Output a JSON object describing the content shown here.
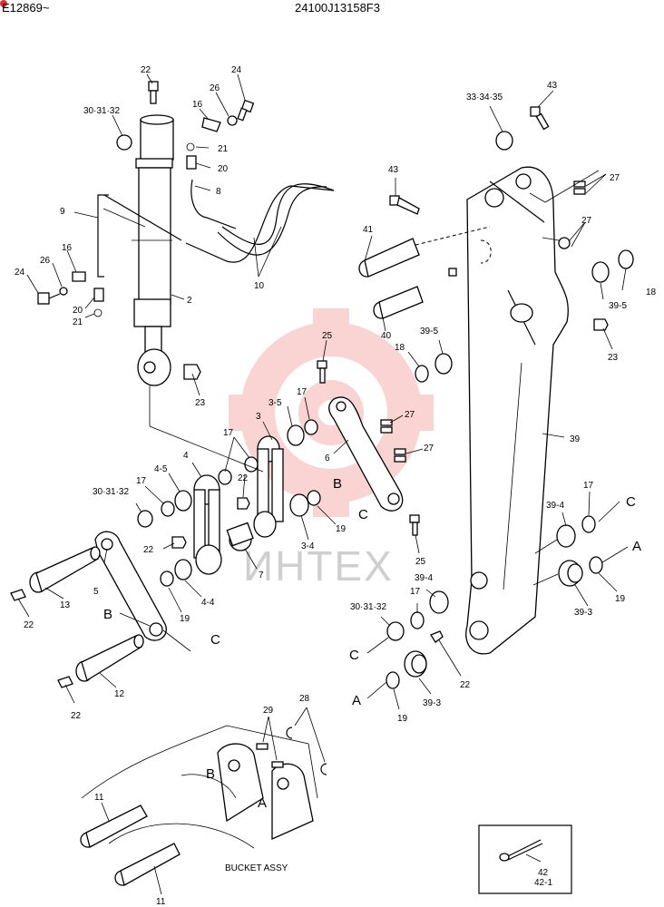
{
  "header": {
    "serial": "E12869~",
    "doc_number": "24100J13158F3"
  },
  "watermark": "ИНТЕХ",
  "colors": {
    "watermark_red": "#f08080",
    "ink": "#000000",
    "badge": "#e03030"
  },
  "labels": [
    {
      "id": "l22a",
      "text": "22"
    },
    {
      "id": "l24a",
      "text": "24"
    },
    {
      "id": "l26a",
      "text": "26"
    },
    {
      "id": "l16a",
      "text": "16"
    },
    {
      "id": "l3032a",
      "text": "30·31·32"
    },
    {
      "id": "l21a",
      "text": "21"
    },
    {
      "id": "l20a",
      "text": "20"
    },
    {
      "id": "l8",
      "text": "8"
    },
    {
      "id": "l9",
      "text": "9"
    },
    {
      "id": "l16b",
      "text": "16"
    },
    {
      "id": "l26b",
      "text": "26"
    },
    {
      "id": "l24b",
      "text": "24"
    },
    {
      "id": "l20b",
      "text": "20"
    },
    {
      "id": "l21b",
      "text": "21"
    },
    {
      "id": "l2",
      "text": "2"
    },
    {
      "id": "l10",
      "text": "10"
    },
    {
      "id": "l23a",
      "text": "23"
    },
    {
      "id": "l25a",
      "text": "25"
    },
    {
      "id": "l17a",
      "text": "17"
    },
    {
      "id": "l35",
      "text": "3-5"
    },
    {
      "id": "l3",
      "text": "3"
    },
    {
      "id": "l17b",
      "text": "17"
    },
    {
      "id": "l22b",
      "text": "22"
    },
    {
      "id": "l4",
      "text": "4"
    },
    {
      "id": "l45",
      "text": "4-5"
    },
    {
      "id": "l17c",
      "text": "17"
    },
    {
      "id": "l3032b",
      "text": "30·31·32"
    },
    {
      "id": "l22c",
      "text": "22"
    },
    {
      "id": "l22d",
      "text": "22"
    },
    {
      "id": "l5",
      "text": "5"
    },
    {
      "id": "l7",
      "text": "7"
    },
    {
      "id": "l34",
      "text": "3-4"
    },
    {
      "id": "l19a",
      "text": "19"
    },
    {
      "id": "l6",
      "text": "6"
    },
    {
      "id": "l27a",
      "text": "27"
    },
    {
      "id": "l27b",
      "text": "27"
    },
    {
      "id": "l25b",
      "text": "25"
    },
    {
      "id": "l44",
      "text": "4-4"
    },
    {
      "id": "l19b",
      "text": "19"
    },
    {
      "id": "l13",
      "text": "13"
    },
    {
      "id": "l22e",
      "text": "22"
    },
    {
      "id": "l12",
      "text": "12"
    },
    {
      "id": "l22f",
      "text": "22"
    },
    {
      "id": "l333435",
      "text": "33·34·35"
    },
    {
      "id": "l43a",
      "text": "43"
    },
    {
      "id": "l43b",
      "text": "43"
    },
    {
      "id": "l27c",
      "text": "27"
    },
    {
      "id": "l27d",
      "text": "27"
    },
    {
      "id": "l41",
      "text": "41"
    },
    {
      "id": "l40",
      "text": "40"
    },
    {
      "id": "l395a",
      "text": "39-5"
    },
    {
      "id": "l18a",
      "text": "18"
    },
    {
      "id": "l395b",
      "text": "39-5"
    },
    {
      "id": "l18b",
      "text": "18"
    },
    {
      "id": "l23b",
      "text": "23"
    },
    {
      "id": "l39",
      "text": "39"
    },
    {
      "id": "l17d",
      "text": "17"
    },
    {
      "id": "l394a",
      "text": "39-4"
    },
    {
      "id": "l394b",
      "text": "39-4"
    },
    {
      "id": "l17e",
      "text": "17"
    },
    {
      "id": "l3032c",
      "text": "30·31·32"
    },
    {
      "id": "l19c",
      "text": "19"
    },
    {
      "id": "l393a",
      "text": "39-3"
    },
    {
      "id": "l22g",
      "text": "22"
    },
    {
      "id": "l393b",
      "text": "39-3"
    },
    {
      "id": "l19d",
      "text": "19"
    },
    {
      "id": "l29",
      "text": "29"
    },
    {
      "id": "l28",
      "text": "28"
    },
    {
      "id": "l11a",
      "text": "11"
    },
    {
      "id": "l11b",
      "text": "11"
    },
    {
      "id": "l42",
      "text": "42"
    },
    {
      "id": "l421",
      "text": "42-1"
    }
  ],
  "callouts": [
    {
      "id": "cB1",
      "text": "B"
    },
    {
      "id": "cC1",
      "text": "C"
    },
    {
      "id": "cB2",
      "text": "B"
    },
    {
      "id": "cC2",
      "text": "C"
    },
    {
      "id": "cC3",
      "text": "C"
    },
    {
      "id": "cA1",
      "text": "A"
    },
    {
      "id": "cC4",
      "text": "C"
    },
    {
      "id": "cA2",
      "text": "A"
    },
    {
      "id": "cB3",
      "text": "B"
    },
    {
      "id": "cA3",
      "text": "A"
    }
  ],
  "bucket_assy_label": "BUCKET ASSY"
}
